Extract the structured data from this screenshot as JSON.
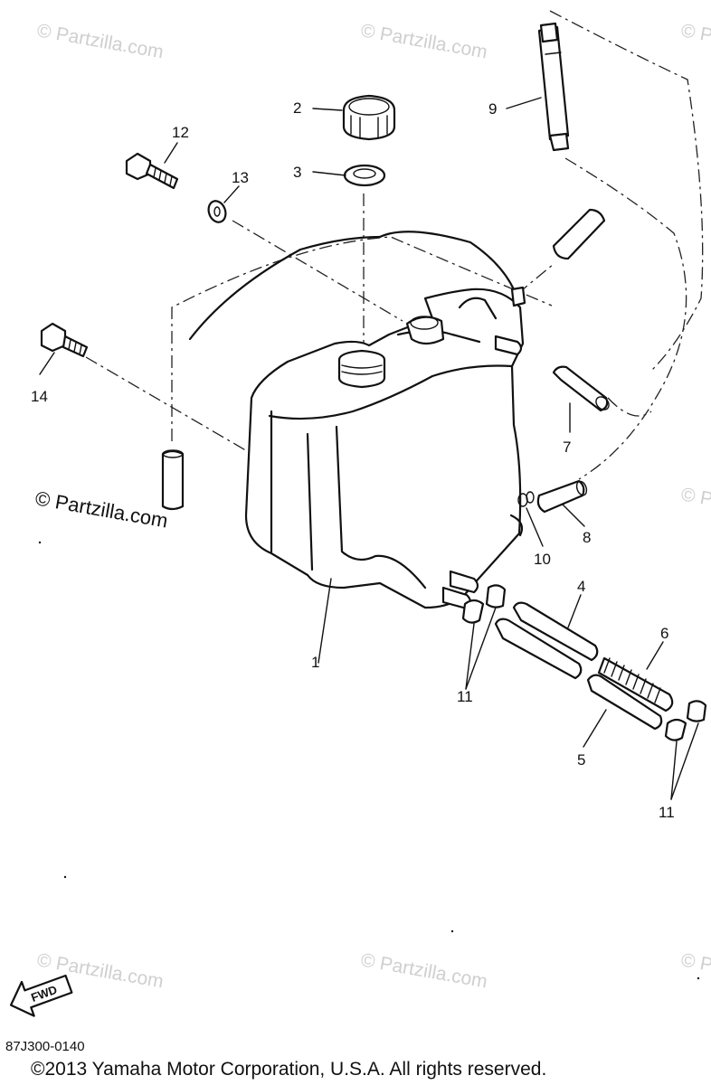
{
  "watermark_text": "© Partzilla.com",
  "callouts": [
    "1",
    "2",
    "3",
    "4",
    "5",
    "6",
    "7",
    "8",
    "9",
    "10",
    "11",
    "12",
    "13",
    "14"
  ],
  "fwd_label": "FWD",
  "diagram_ref": "87J300-0140",
  "copyright": "©2013 Yamaha Motor Corporation, U.S.A. All rights reserved."
}
